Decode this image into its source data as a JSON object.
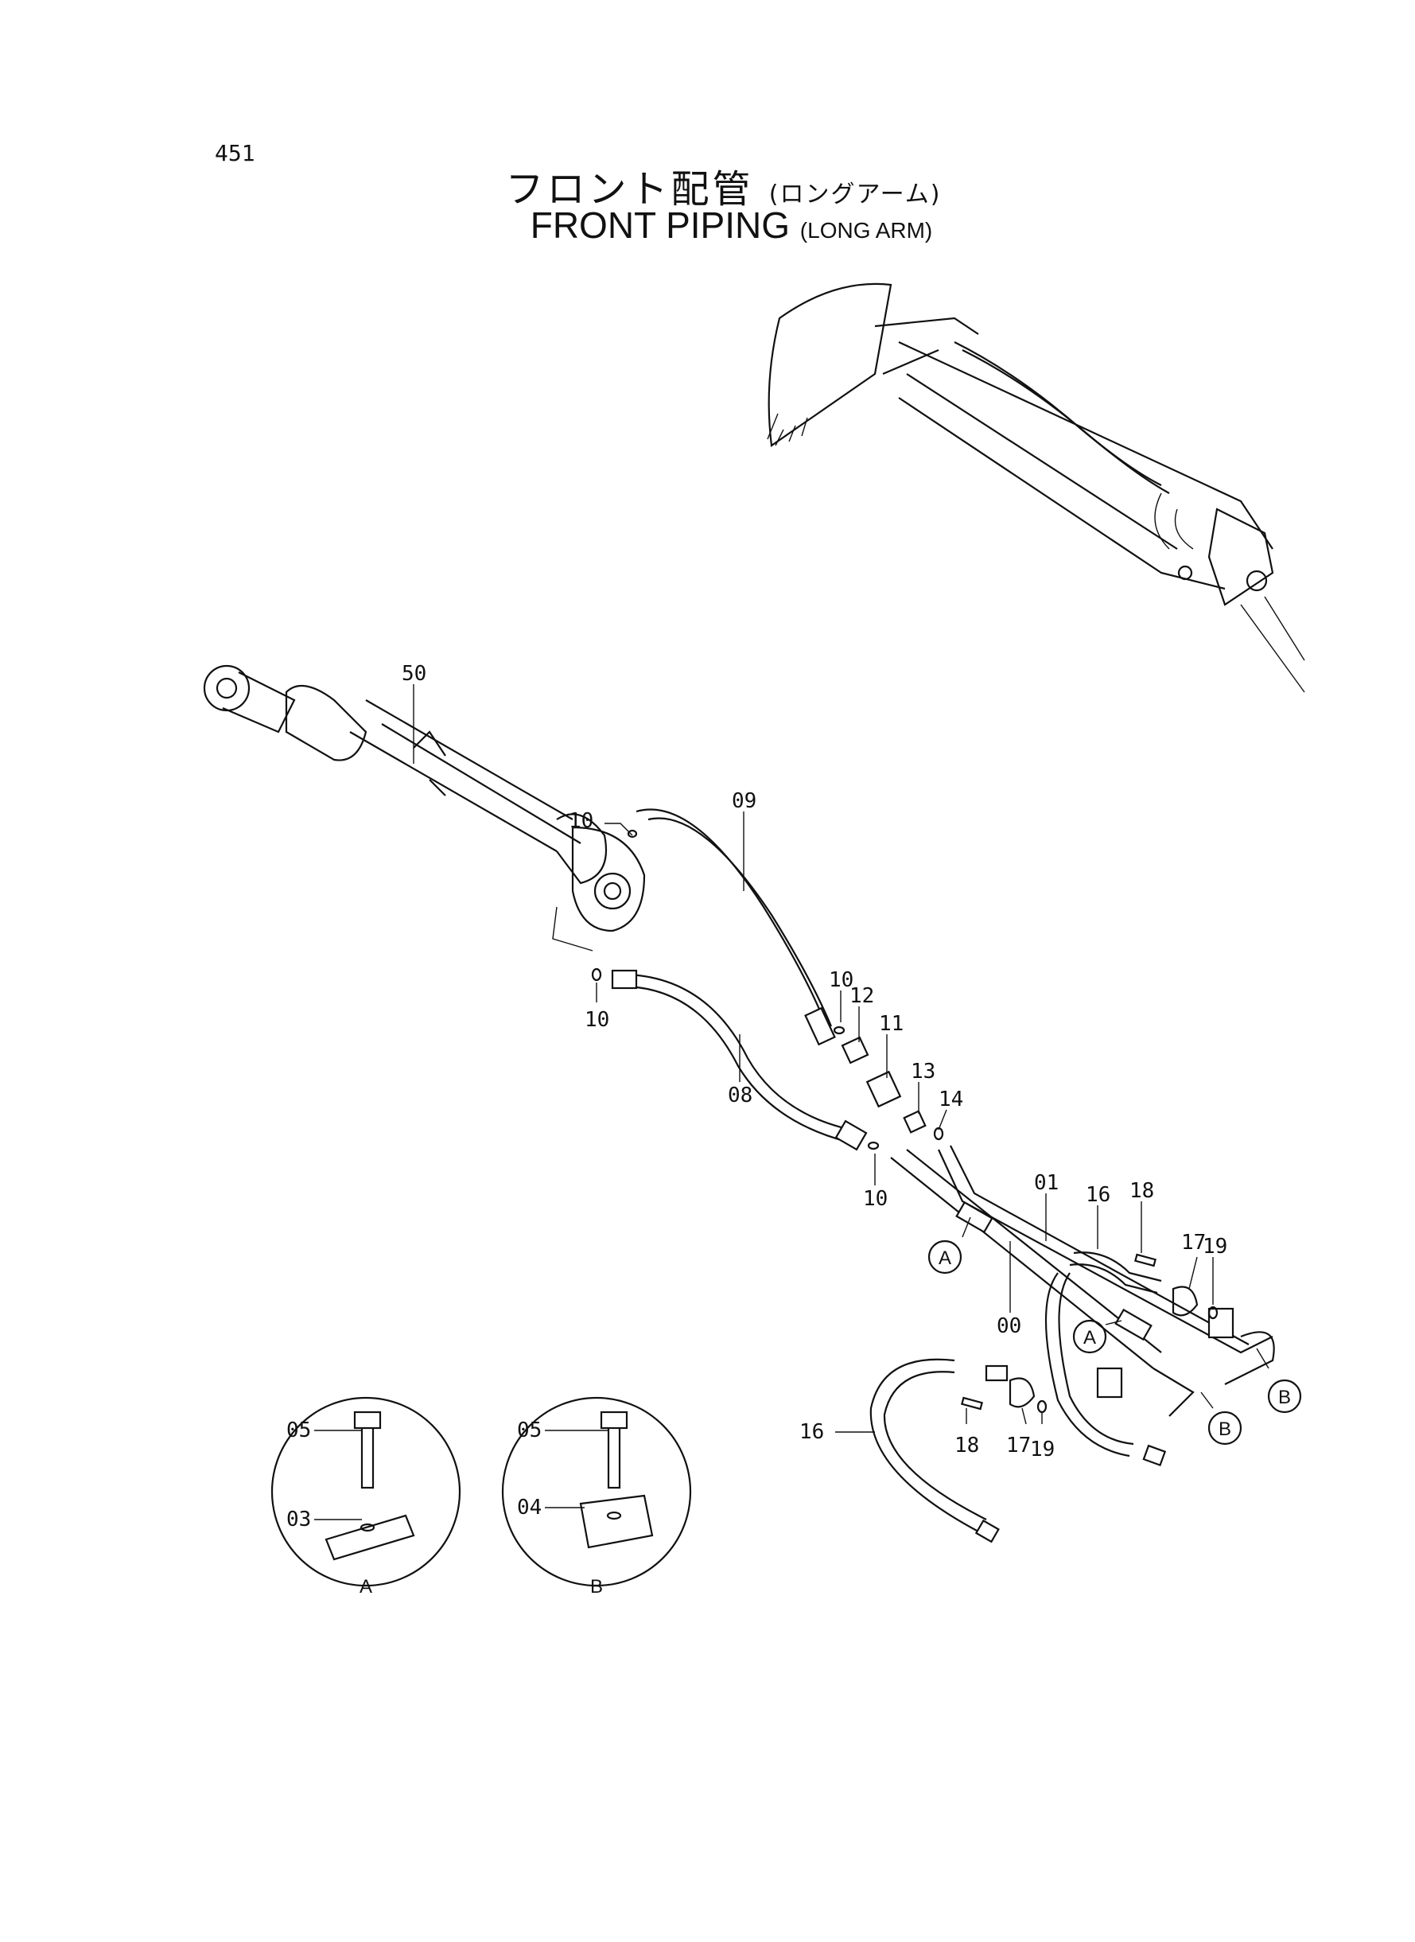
{
  "page_number": "451",
  "title_jp": "フロント配管",
  "title_jp_sub": "(ロングアーム)",
  "title_en": "FRONT PIPING",
  "title_en_sub": "(LONG ARM)",
  "labels": {
    "p50": "50",
    "p09": "09",
    "p10_top": "10",
    "p10_left": "10",
    "p10_mid": "10",
    "p12": "12",
    "p11": "11",
    "p13": "13",
    "p14": "14",
    "p08": "08",
    "p10_low": "10",
    "p01": "01",
    "p16_top": "16",
    "p18_top": "18",
    "p17_top": "17",
    "p19_top": "19",
    "p00": "00",
    "p16_left": "16",
    "p18_low": "18",
    "p17_low": "17",
    "p19_low": "19",
    "detA_05": "05",
    "detA_03": "03",
    "detB_05": "05",
    "detB_04": "04"
  },
  "callouts": {
    "A1": "A",
    "A2": "A",
    "B1": "B",
    "B2": "B",
    "detail_A": "A",
    "detail_B": "B"
  }
}
